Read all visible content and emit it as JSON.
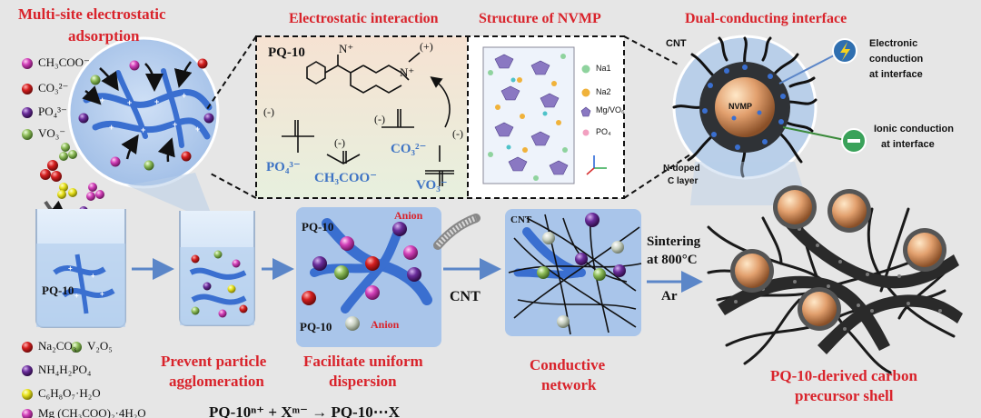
{
  "titles": {
    "multi_site": "Multi-site electrostatic",
    "adsorption": "adsorption",
    "electrostatic": "Electrostatic interaction",
    "structure": "Structure of NVMP",
    "dual": "Dual-conducting interface"
  },
  "ions": [
    "CH₃COO⁻",
    "CO₃²⁻",
    "PO₄³⁻",
    "VO₃⁻"
  ],
  "reagents": [
    "Na₂CO₃",
    "V₂O₅",
    "NH₄H₂PO₄",
    "C₆H₈O₇·H₂O",
    "Mg (CH₃COO)₂·4H₂O"
  ],
  "interaction": {
    "pq10": "PQ-10",
    "po4": "PO₄³⁻",
    "ch3coo": "CH₃COO⁻",
    "co3": "CO₃²⁻",
    "vo3": "VO₃⁻",
    "n_plus_1": "N⁺",
    "n_plus_2": "N⁺",
    "plus": "(+)",
    "minus": "(-)"
  },
  "structure_legend": [
    "Na1",
    "Na2",
    "Mg/VO₆",
    "PO₄"
  ],
  "interface": {
    "cnt": "CNT",
    "nvmp": "NVMP",
    "electronic_1": "Electronic",
    "electronic_2": "conduction",
    "electronic_3": "at interface",
    "ionic_1": "Ionic conduction",
    "ionic_2": "at interface",
    "ndoped_1": "N-doped",
    "ndoped_2": "C layer"
  },
  "process": {
    "pq10": "PQ-10",
    "anion": "Anion",
    "cnt_arrow": "CNT",
    "cnt_label": "CNT",
    "sinter_1": "Sintering",
    "sinter_2": "at 800°C",
    "ar": "Ar"
  },
  "captions": {
    "prevent_1": "Prevent particle",
    "prevent_2": "agglomeration",
    "facilitate_1": "Facilitate uniform",
    "facilitate_2": "dispersion",
    "conductive_1": "Conductive",
    "conductive_2": "network",
    "shell_1": "PQ-10-derived carbon",
    "shell_2": "precursor shell"
  },
  "equation": "PQ-10ⁿ⁺ + Xᵐ⁻ → PQ-10⋯X",
  "colors": {
    "red": "#d9232b",
    "blue": "#3f74c4",
    "pink": "#d13fb8",
    "crimson": "#d41f1f",
    "purple": "#6a2d9a",
    "green": "#8fbd5a",
    "yellow": "#e8e21c",
    "bg": "#e6e6e6"
  }
}
